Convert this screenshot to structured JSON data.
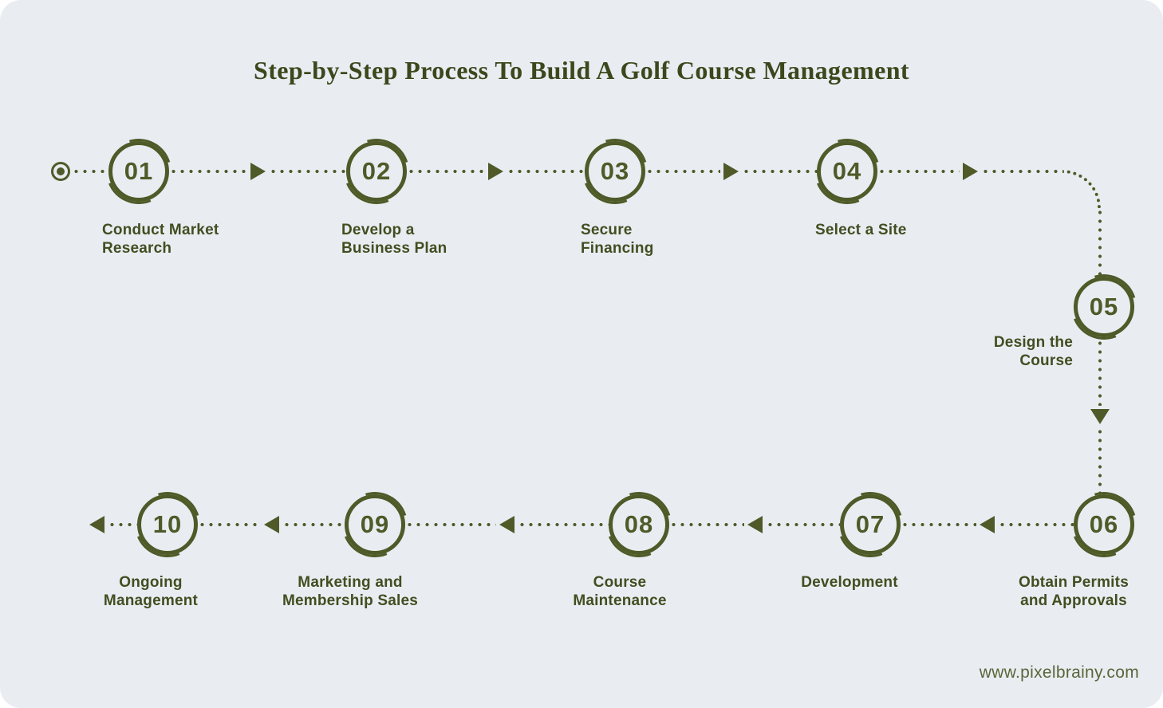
{
  "page": {
    "title": "Step-by-Step Process To Build A Golf Course Management",
    "website": "www.pixelbrainy.com"
  },
  "colors": {
    "accent": "#4f5a28",
    "title": "#3b481c",
    "label": "#424e20",
    "card_background": "#e9edf2",
    "page_background": "#ffffff",
    "footer": "#5b6538"
  },
  "icons": {
    "start": "bullseye-icon",
    "forward": "triangle-right-icon",
    "backward": "triangle-left-icon",
    "downward": "triangle-down-icon"
  },
  "steps": [
    {
      "number": "01",
      "lines": [
        "Conduct Market",
        "Research"
      ]
    },
    {
      "number": "02",
      "lines": [
        "Develop a",
        "Business Plan"
      ]
    },
    {
      "number": "03",
      "lines": [
        "Secure",
        "Financing"
      ]
    },
    {
      "number": "04",
      "lines": [
        "Select a Site"
      ]
    },
    {
      "number": "05",
      "lines": [
        "Design the",
        "Course"
      ]
    },
    {
      "number": "06",
      "lines": [
        "Obtain Permits",
        "and Approvals"
      ]
    },
    {
      "number": "07",
      "lines": [
        "Development"
      ]
    },
    {
      "number": "08",
      "lines": [
        "Course",
        "Maintenance"
      ]
    },
    {
      "number": "09",
      "lines": [
        "Marketing and",
        "Membership Sales"
      ]
    },
    {
      "number": "10",
      "lines": [
        "Ongoing",
        "Management"
      ]
    }
  ]
}
